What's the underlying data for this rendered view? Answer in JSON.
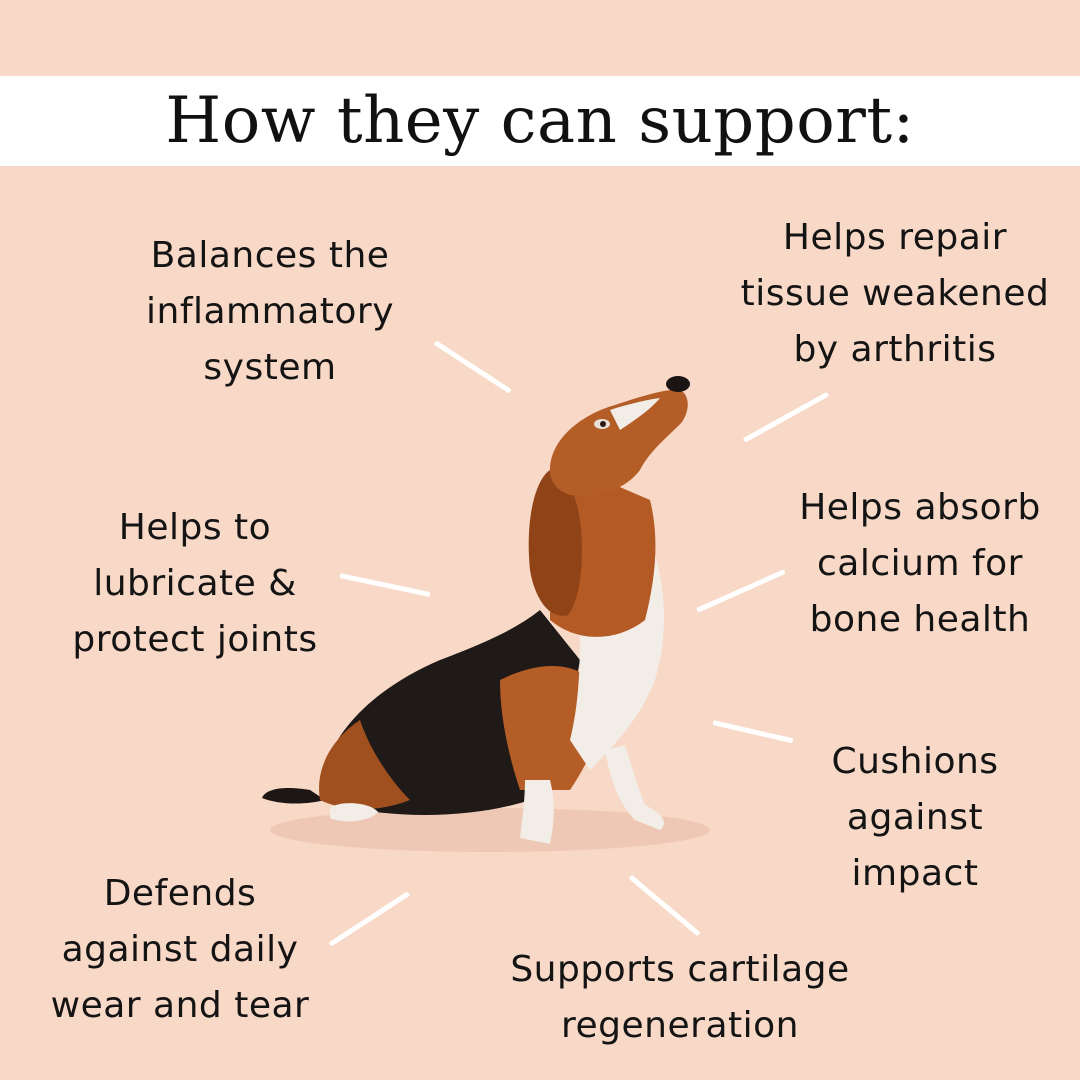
{
  "title": "How they can support:",
  "benefits": {
    "top_left": [
      "Balances the",
      "inflammatory",
      "system"
    ],
    "top_right": [
      "Helps repair",
      "tissue weakened",
      "by arthritis"
    ],
    "mid_left": [
      "Helps to",
      "lubricate &",
      "protect joints"
    ],
    "mid_right": [
      "Helps absorb",
      "calcium for",
      "bone health"
    ],
    "low_right": [
      "Cushions",
      "against",
      "impact"
    ],
    "bottom_left": [
      "Defends",
      "against daily",
      "wear and tear"
    ],
    "bottom_center": [
      "Supports cartilage",
      "regeneration"
    ]
  },
  "colors": {
    "background": "#f8d8c6",
    "banner": "#ffffff",
    "text": "#141414",
    "connector": "#ffffff"
  },
  "image": "basset-hound-looking-up"
}
